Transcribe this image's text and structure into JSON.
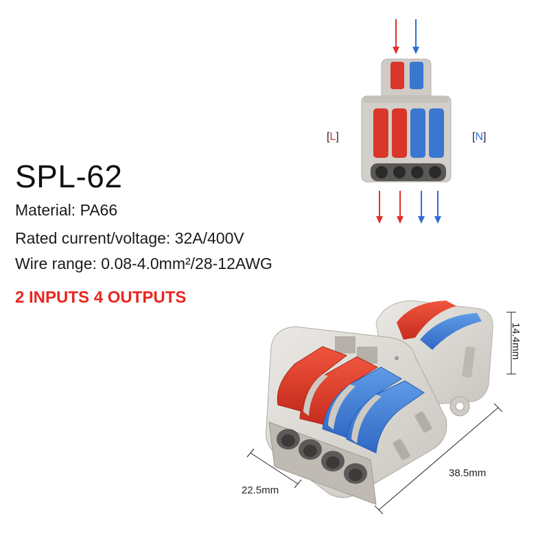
{
  "product": {
    "model": "SPL-62",
    "specs": [
      "Material: PA66",
      "Rated current/voltage: 32A/400V",
      "Wire range: 0.08-4.0mm²/28-12AWG"
    ],
    "highlight": "2 INPUTS 4 OUTPUTS"
  },
  "diagram": {
    "left_label": "L",
    "right_label": "N"
  },
  "dimensions": {
    "width": "22.5mm",
    "length": "38.5mm",
    "height": "14.4mm"
  },
  "colors": {
    "live": "#e0312a",
    "neutral": "#2a6fd6",
    "highlight_text": "#e8261f",
    "housing": "#d9d6d1"
  }
}
